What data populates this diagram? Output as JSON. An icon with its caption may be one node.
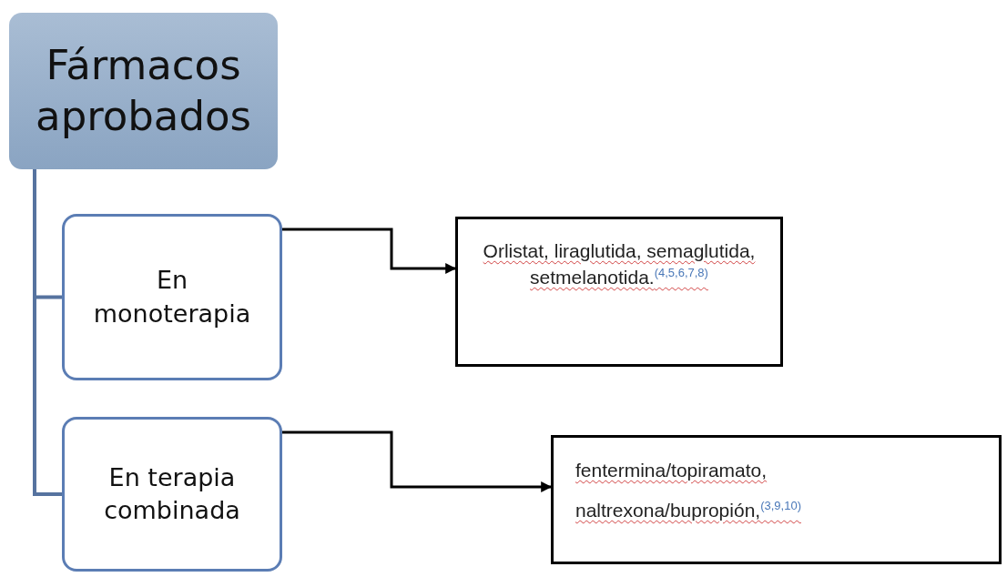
{
  "diagram": {
    "nodes": [
      {
        "text": [
          "Fármacos aprobados"
        ]
      },
      {
        "text": [
          "En monoterapia"
        ]
      },
      {
        "text": [
          "En terapia combinada"
        ]
      },
      {
        "text": [
          "Orlistat, liraglutida, semaglutida, setmelanotida.$^{(4,5,6,7,8)}$"
        ]
      },
      {
        "text": [
          "fentermina/topiramato, naltrexona/bupropión,$^{(3,9,10)}$"
        ]
      }
    ],
    "edges": [
      {
        "from": 0,
        "to": 1,
        "arrow": "none",
        "color": "#56739f"
      },
      {
        "from": 0,
        "to": 2,
        "arrow": "none",
        "color": "#56739f"
      },
      {
        "from": 1,
        "to": 3,
        "arrow": "to",
        "color": "#000000"
      },
      {
        "from": 2,
        "to": 4,
        "arrow": "to",
        "color": "#000000"
      }
    ]
  }
}
